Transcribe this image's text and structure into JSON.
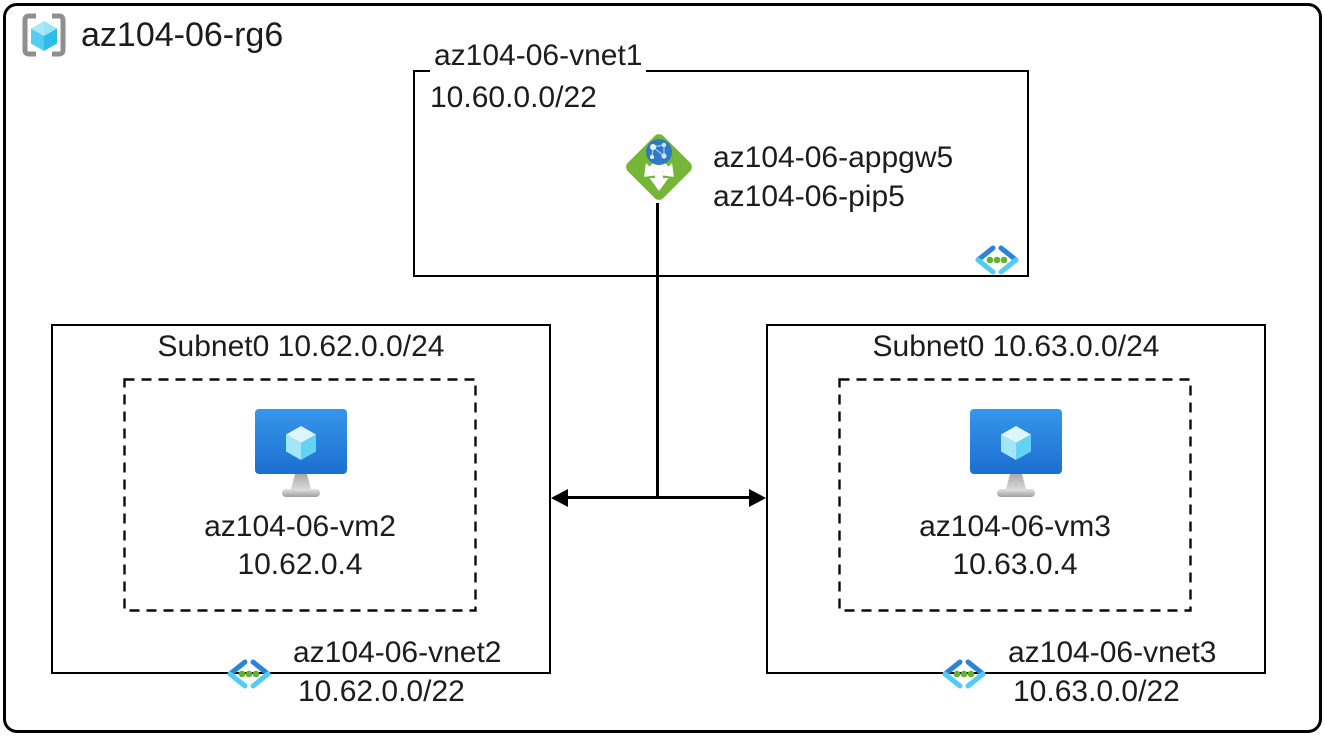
{
  "resource_group": {
    "name": "az104-06-rg6"
  },
  "vnet1": {
    "name": "az104-06-vnet1",
    "cidr": "10.60.0.0/22",
    "gateway_name": "az104-06-appgw5",
    "public_ip_name": "az104-06-pip5"
  },
  "subnets": {
    "left": {
      "title": "Subnet0 10.62.0.0/24",
      "vm_name": "az104-06-vm2",
      "vm_ip": "10.62.0.4",
      "vnet_name": "az104-06-vnet2",
      "vnet_cidr": "10.62.0.0/22"
    },
    "right": {
      "title": "Subnet0 10.63.0.0/24",
      "vm_name": "az104-06-vm3",
      "vm_ip": "10.63.0.4",
      "vnet_name": "az104-06-vnet3",
      "vnet_cidr": "10.63.0.0/22"
    }
  },
  "icons": {
    "resource_group": "resource-group-icon",
    "virtual_network": "virtual-network-icon",
    "application_gateway": "application-gateway-icon",
    "virtual_machine": "virtual-machine-icon"
  },
  "colors": {
    "appgw_green": "#76b637",
    "globe_blue": "#2e7ac6",
    "vnet_chevron_blue": "#2b84da",
    "vnet_chevron_cyan": "#53cbf2",
    "vnet_dot_green": "#63b22f",
    "vm_screen_blue": "#2283dd",
    "cube_cyan": "#4cc8ee",
    "bracket_gray": "#8f8f8f",
    "line_black": "#000000",
    "text": "#1c1c1c"
  }
}
